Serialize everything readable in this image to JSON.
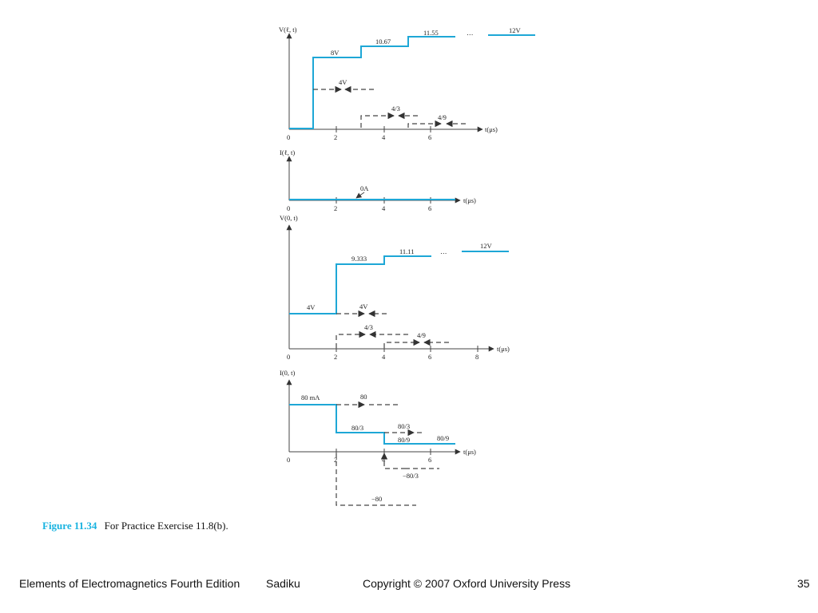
{
  "caption": {
    "figure_number": "Figure 11.34",
    "text": "For Practice Exercise 11.8(b)."
  },
  "footer": {
    "book": "Elements of Electromagnetics Fourth Edition",
    "author": "Sadiku",
    "copyright": "Copyright © 2007 Oxford University Press",
    "page": "35"
  },
  "plot1": {
    "ylabel": "V(ℓ, t)",
    "xlabel": "t(μs)",
    "ticks": [
      "0",
      "2",
      "4",
      "6"
    ],
    "levels": [
      "8V",
      "10.67",
      "11.55"
    ],
    "ellipsis": "⋯",
    "final": "12V",
    "wave_labels": [
      "4V",
      "4/3",
      "4/9"
    ]
  },
  "plot2": {
    "ylabel": "I(ℓ, t)",
    "xlabel": "t(μs)",
    "ticks": [
      "0",
      "2",
      "4",
      "6"
    ],
    "annotation": "0A"
  },
  "plot3": {
    "ylabel": "V(0, t)",
    "xlabel": "t(μs)",
    "ticks": [
      "0",
      "2",
      "4",
      "6",
      "8"
    ],
    "levels": [
      "4V",
      "9.333",
      "11.11"
    ],
    "ellipsis": "⋯",
    "final": "12V",
    "wave_labels": [
      "4V",
      "4/3",
      "4/9"
    ]
  },
  "plot4": {
    "ylabel": "I(0, t)",
    "xlabel": "t(μs)",
    "ticks": [
      "0",
      "2",
      "4",
      "6"
    ],
    "levels": [
      "80 mA",
      "80/3",
      "80/9"
    ],
    "wave_labels": [
      "80",
      "80/3",
      "80/9",
      "−80/3",
      "−80"
    ]
  },
  "colors": {
    "signal": "#1ea7d6",
    "caption_accent": "#19b3e0"
  }
}
